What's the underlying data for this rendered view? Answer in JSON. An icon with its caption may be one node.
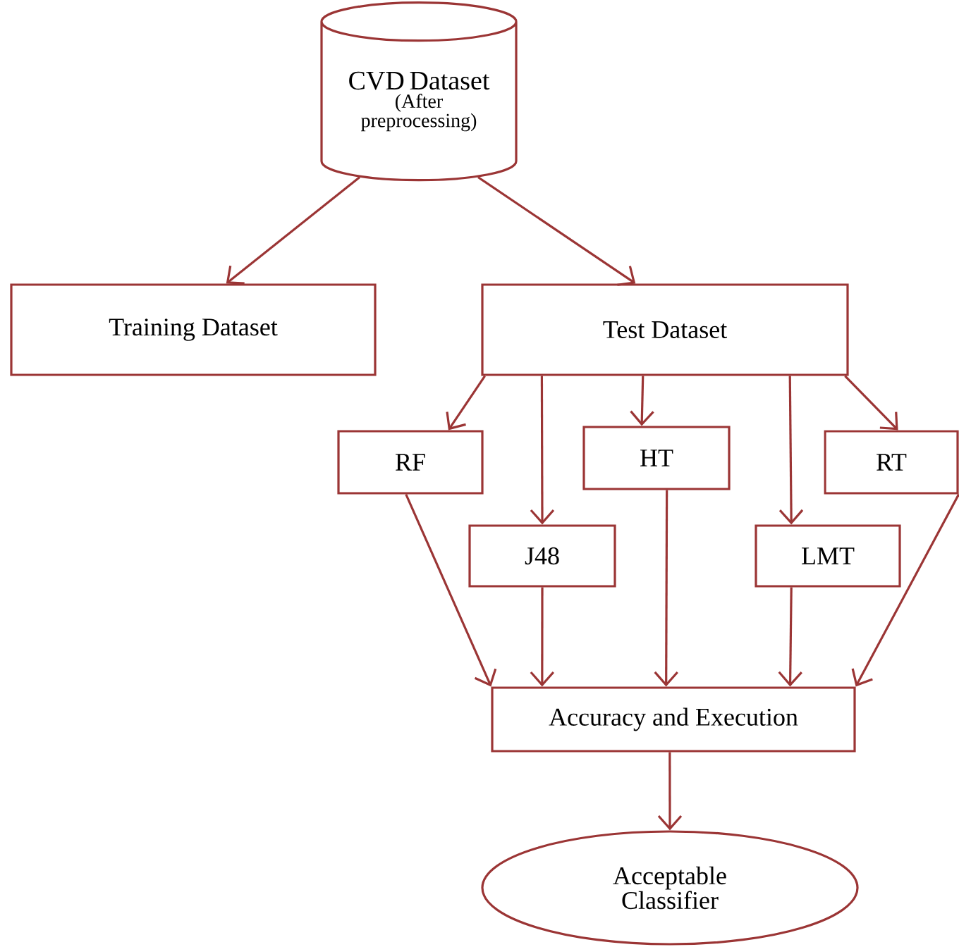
{
  "diagram": {
    "nodes": [
      {
        "text": [
          "CVD Dataset",
          "(After preprocessing)"
        ]
      },
      {
        "text": [
          "Training Dataset"
        ]
      },
      {
        "text": [
          "Test Dataset"
        ]
      },
      {
        "text": [
          "RF"
        ]
      },
      {
        "text": [
          "J48"
        ]
      },
      {
        "text": [
          "HT"
        ]
      },
      {
        "text": [
          "LMT"
        ]
      },
      {
        "text": [
          "RT"
        ]
      },
      {
        "text": [
          "Accuracy and Execution"
        ]
      },
      {
        "text": [
          "Acceptable Classifier"
        ]
      }
    ],
    "edges": [
      {
        "from": 0,
        "to": 1,
        "arrow": "to"
      },
      {
        "from": 0,
        "to": 2,
        "arrow": "to"
      },
      {
        "from": 2,
        "to": 3,
        "arrow": "to"
      },
      {
        "from": 2,
        "to": 4,
        "arrow": "to"
      },
      {
        "from": 2,
        "to": 5,
        "arrow": "to"
      },
      {
        "from": 2,
        "to": 6,
        "arrow": "to"
      },
      {
        "from": 2,
        "to": 7,
        "arrow": "to"
      },
      {
        "from": 3,
        "to": 8,
        "arrow": "to"
      },
      {
        "from": 4,
        "to": 8,
        "arrow": "to"
      },
      {
        "from": 5,
        "to": 8,
        "arrow": "to"
      },
      {
        "from": 6,
        "to": 8,
        "arrow": "to"
      },
      {
        "from": 7,
        "to": 8,
        "arrow": "to"
      },
      {
        "from": 8,
        "to": 9,
        "arrow": "to"
      }
    ]
  }
}
